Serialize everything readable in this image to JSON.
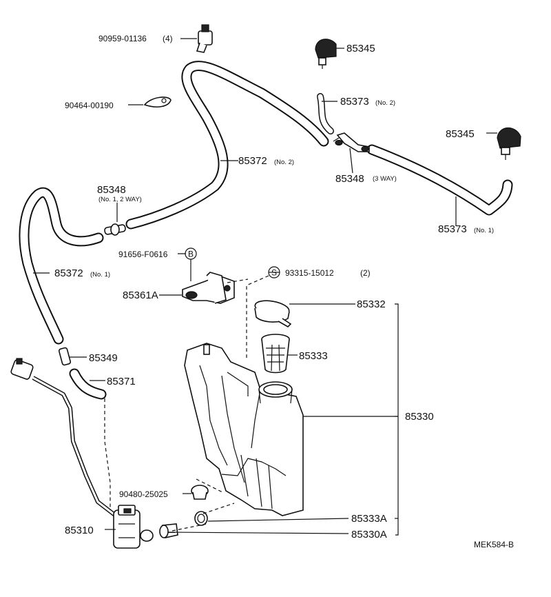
{
  "labels": {
    "p90959": "90959-01136",
    "p90959_qty": "(4)",
    "p90464": "90464-00190",
    "p85345_top": "85345",
    "p85345_right": "85345",
    "p85373_no2": "85373",
    "p85373_no2_sub": "(No. 2)",
    "p85372_no2": "85372",
    "p85372_no2_sub": "(No. 2)",
    "p85348_3way": "85348",
    "p85348_3way_sub": "(3 WAY)",
    "p85373_no1": "85373",
    "p85373_no1_sub": "(No. 1)",
    "p85348_12way": "85348",
    "p85348_12way_sub": "(No. 1, 2 WAY)",
    "p91656": "91656-F0616",
    "p91656_mark": "B",
    "p93315": "93315-15012",
    "p93315_qty": "(2)",
    "p93315_mark": "S",
    "p85361A": "85361A",
    "p85372_no1": "85372",
    "p85372_no1_sub": "(No. 1)",
    "p85332": "85332",
    "p85333": "85333",
    "p85349": "85349",
    "p85371": "85371",
    "p85330": "85330",
    "p90480": "90480-25025",
    "p85310": "85310",
    "p85333A": "85333A",
    "p85330A": "85330A",
    "drawing_code": "MEK584-B"
  }
}
